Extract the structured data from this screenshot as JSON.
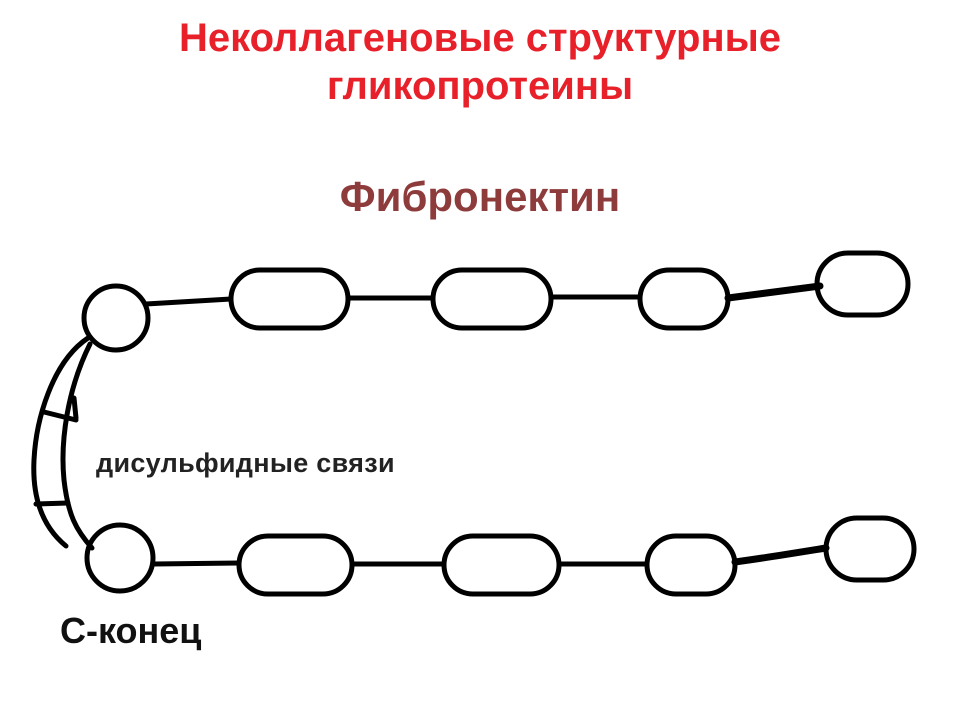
{
  "title_line1": "Неколлагеновые структурные",
  "title_line2": "гликопротеины",
  "subtitle": "Фибронектин",
  "disulfide_label": "дисульфидные связи",
  "c_terminus_label": "С-конец",
  "colors": {
    "title": "#e8202a",
    "subtitle": "#8e3b3b",
    "stroke": "#000000"
  }
}
